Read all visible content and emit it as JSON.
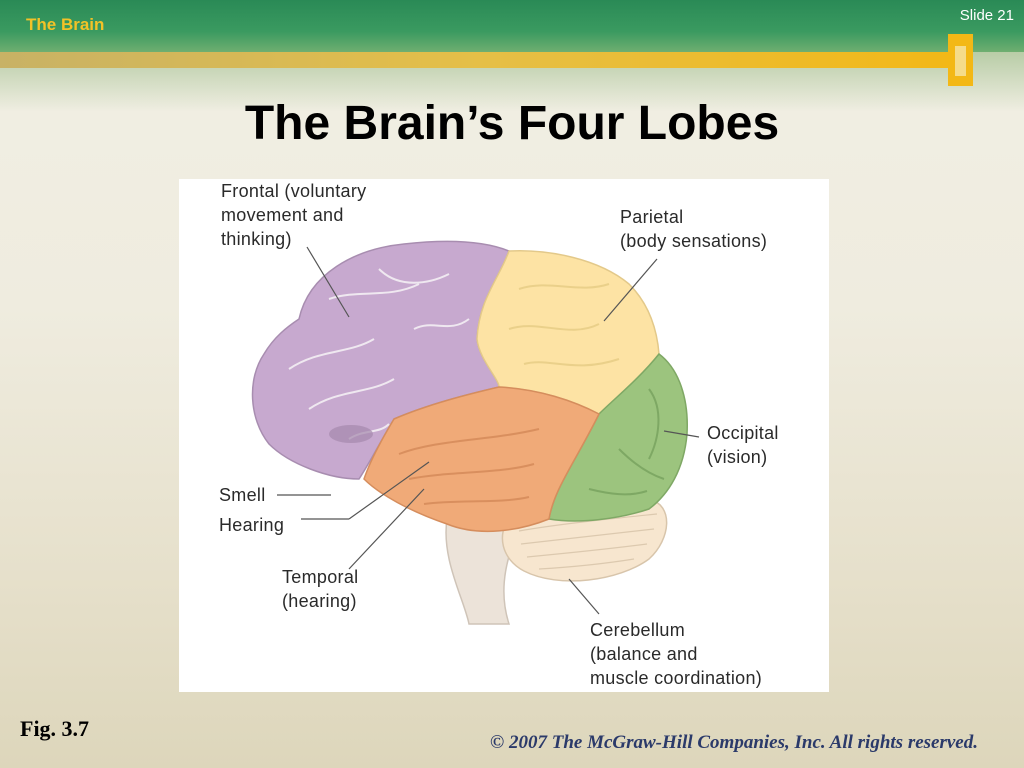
{
  "header": {
    "section": "The Brain",
    "slide_number": "Slide 21"
  },
  "slide": {
    "title": "The Brain’s Four Lobes"
  },
  "figure": {
    "labels": {
      "frontal": "Frontal (voluntary\nmovement and\nthinking)",
      "parietal": "Parietal\n(body sensations)",
      "occipital": "Occipital\n(vision)",
      "smell": "Smell",
      "hearing": "Hearing",
      "temporal": "Temporal\n(hearing)",
      "cerebellum": "Cerebellum\n(balance and\nmuscle coordination)"
    },
    "colors": {
      "frontal": "#c7a9cf",
      "parietal": "#fde3a4",
      "occipital": "#9cc47e",
      "temporal": "#f0aa78",
      "cerebellum": "#f7e6cf",
      "stem": "#ece3d9"
    }
  },
  "footer": {
    "fig": "Fig. 3.7",
    "copyright": "© 2007 The McGraw-Hill Companies, Inc. All rights reserved."
  }
}
